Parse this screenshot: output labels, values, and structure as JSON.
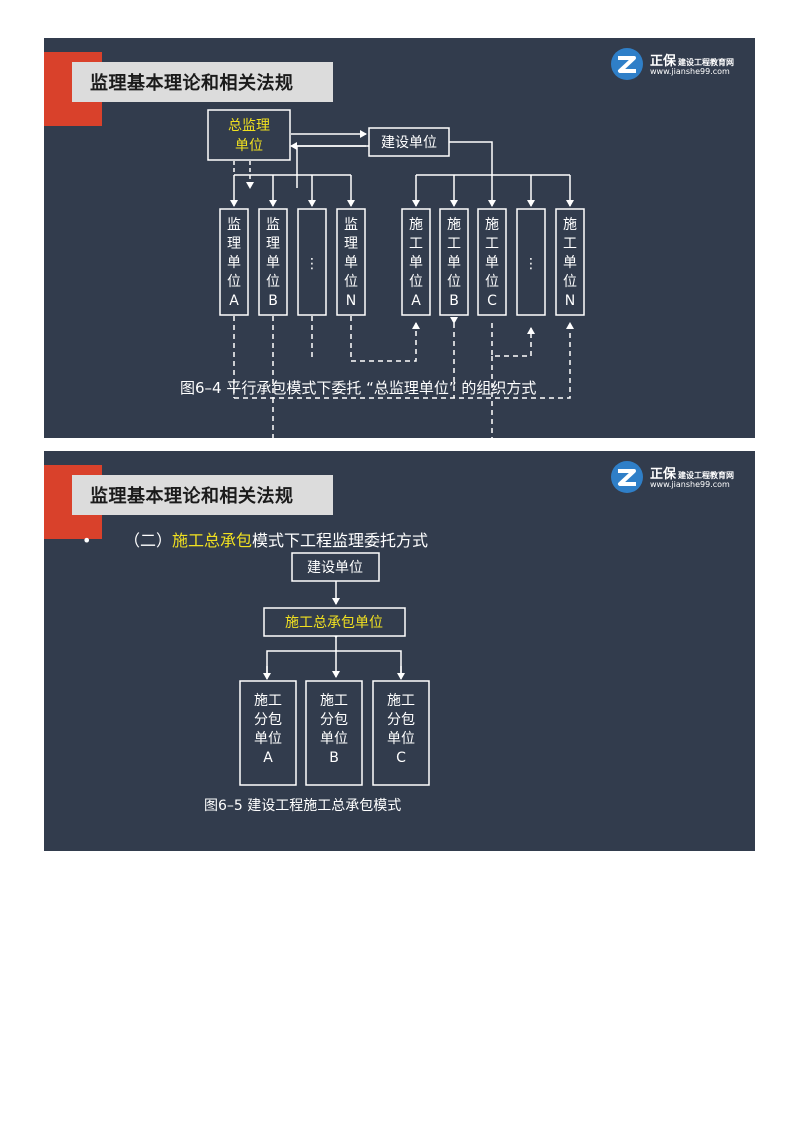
{
  "slide1": {
    "title": "监理基本理论和相关法规",
    "logo": {
      "name": "正保",
      "sub": "建设工程教育网",
      "url": "www.jianshe99.com"
    },
    "diagram": {
      "chief_box": "总监理单位",
      "client_box": "建设单位",
      "supervisor_units": [
        {
          "chars": [
            "监",
            "理",
            "单",
            "位",
            "A"
          ]
        },
        {
          "chars": [
            "监",
            "理",
            "单",
            "位",
            "B"
          ]
        },
        {
          "chars": [
            "⋮"
          ]
        },
        {
          "chars": [
            "监",
            "理",
            "单",
            "位",
            "N"
          ]
        }
      ],
      "contractor_units": [
        {
          "chars": [
            "施",
            "工",
            "单",
            "位",
            "A"
          ]
        },
        {
          "chars": [
            "施",
            "工",
            "单",
            "位",
            "B"
          ]
        },
        {
          "chars": [
            "施",
            "工",
            "单",
            "位",
            "C"
          ]
        },
        {
          "chars": [
            "⋮"
          ]
        },
        {
          "chars": [
            "施",
            "工",
            "单",
            "位",
            "N"
          ]
        }
      ],
      "caption": "图6–4   平行承包模式下委托 “总监理单位” 的组织方式"
    },
    "colors": {
      "background": "#323c4d",
      "accent": "#d9412b",
      "highlight": "#f0e020"
    }
  },
  "slide2": {
    "title": "监理基本理论和相关法规",
    "logo": {
      "name": "正保",
      "sub": "建设工程教育网",
      "url": "www.jianshe99.com"
    },
    "bullet": {
      "symbol": "•",
      "prefix": "（二）",
      "highlight": "施工总承包",
      "suffix": "模式下工程监理委托方式"
    },
    "diagram": {
      "client_box": "建设单位",
      "general_contractor_box": "施工总承包单位",
      "subcontractors": [
        {
          "lines": [
            "施工",
            "分包",
            "单位",
            "A"
          ]
        },
        {
          "lines": [
            "施工",
            "分包",
            "单位",
            "B"
          ]
        },
        {
          "lines": [
            "施工",
            "分包",
            "单位",
            "C"
          ]
        }
      ],
      "caption": "图6–5    建设工程施工总承包模式"
    }
  }
}
